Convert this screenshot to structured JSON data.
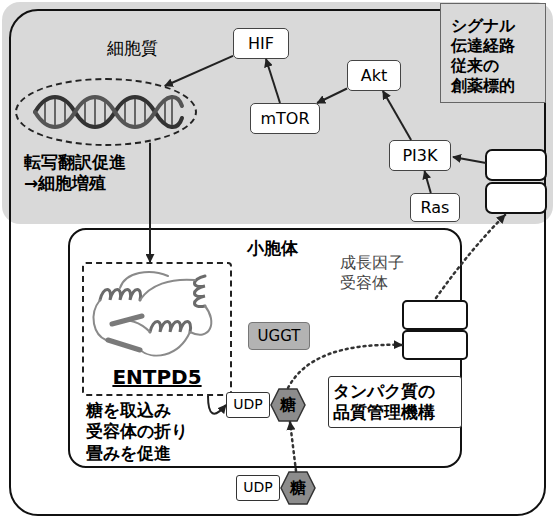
{
  "diagram": {
    "nodes": [
      {
        "text": [
          "細胞質"
        ]
      },
      {
        "text": [
          "シグナル 伝達経路",
          "従来の 創薬標的"
        ],
        "in": 0
      },
      {
        "text": [
          "HIF"
        ],
        "in": 0
      },
      {
        "text": [
          "Akt"
        ],
        "in": 0
      },
      {
        "text": [
          "mTOR"
        ],
        "in": 0
      },
      {
        "text": [
          "PI3K"
        ],
        "in": 0
      },
      {
        "text": [
          "Ras"
        ],
        "in": 0
      },
      {
        "text": [
          "転写翻訳促進 →細胞増殖"
        ],
        "in": 0
      },
      {
        "text": [
          "小胞体"
        ]
      },
      {
        "text": [
          "ENTPD5"
        ],
        "in": 8
      },
      {
        "text": [
          "UGGT"
        ],
        "in": 8
      },
      {
        "text": [
          "成長因子 受容体"
        ],
        "in": 8
      },
      {
        "text": [
          "UDP"
        ],
        "in": 8
      },
      {
        "text": [
          "糖"
        ],
        "in": 8
      },
      {
        "text": [
          "タンパク質の 品質管理機構"
        ],
        "in": 8
      },
      {
        "text": [
          "UDP"
        ]
      },
      {
        "text": [
          "糖"
        ]
      }
    ],
    "edges": [
      {
        "from": 6,
        "to": 5,
        "arrow": "to"
      },
      {
        "from": 5,
        "to": 3,
        "arrow": "to"
      },
      {
        "from": 3,
        "to": 4,
        "arrow": "to"
      },
      {
        "from": 4,
        "to": 2,
        "arrow": "to"
      },
      {
        "from": 2,
        "to": 7,
        "arrow": "to"
      },
      {
        "from": 7,
        "to": 9,
        "arrow": "to"
      },
      {
        "from": 9,
        "to": 12,
        "arrow": "to"
      },
      {
        "from": 16,
        "to": 13,
        "arrow": "to"
      },
      {
        "from": 13,
        "to": 11,
        "arrow": "to"
      }
    ],
    "labels": [
      "糖を取込み 受容体の折り 畳みを促進"
    ]
  }
}
